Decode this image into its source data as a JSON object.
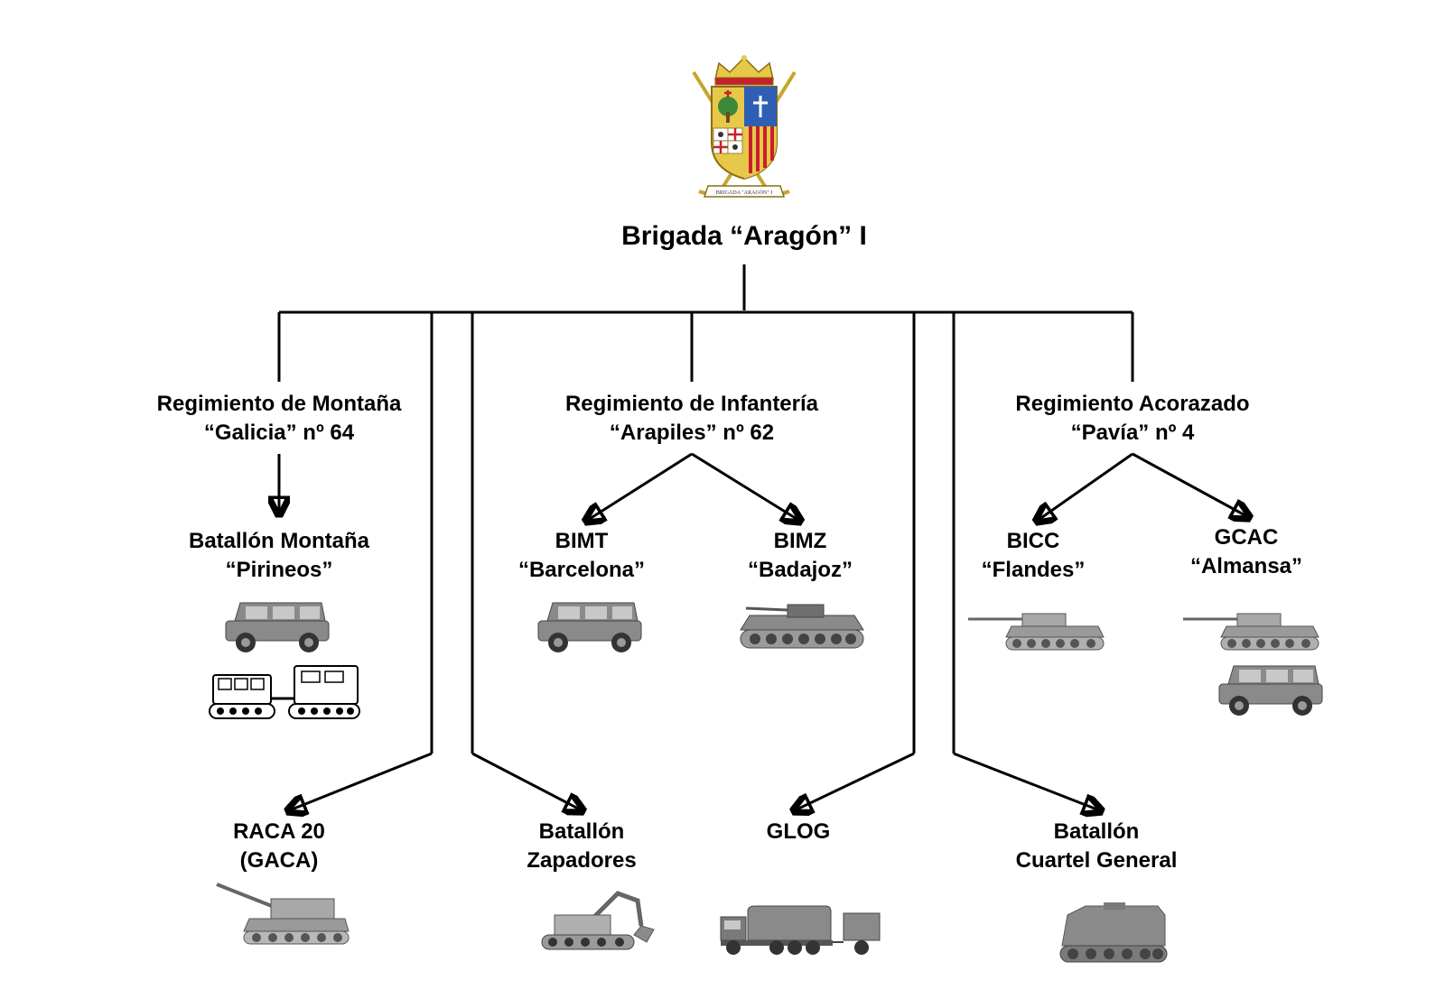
{
  "emblem": {
    "icon": "brigade-coat-of-arms-icon",
    "scroll_text": "BRIGADA \"ARAGÓN\" I",
    "colors": {
      "gold": "#e8c84a",
      "red": "#c8202a",
      "blue": "#2f5fb4",
      "green": "#3a8a3a"
    }
  },
  "root": {
    "line1": "Brigada “Aragón” I"
  },
  "regiments": [
    {
      "line1": "Regimiento de Montaña",
      "line2": "“Galicia” nº 64"
    },
    {
      "line1": "Regimiento de Infantería",
      "line2": "“Arapiles” nº 62"
    },
    {
      "line1": "Regimiento Acorazado",
      "line2": "“Pavía” nº 4"
    }
  ],
  "battalions": [
    {
      "line1": "Batallón Montaña",
      "line2": "“Pirineos”",
      "icons": [
        "jeep-icon",
        "tracked-snow-carrier-icon"
      ]
    },
    {
      "line1": "BIMT",
      "line2": "“Barcelona”",
      "icons": [
        "jeep-icon"
      ]
    },
    {
      "line1": "BIMZ",
      "line2": "“Badajoz”",
      "icons": [
        "ifv-icon"
      ]
    },
    {
      "line1": "BICC",
      "line2": "“Flandes”",
      "icons": [
        "tank-icon"
      ]
    },
    {
      "line1": "GCAC",
      "line2": "“Almansa”",
      "icons": [
        "tank-icon",
        "jeep-icon"
      ]
    }
  ],
  "support_units": [
    {
      "line1": "RACA 20",
      "line2": "(GACA)",
      "icons": [
        "self-propelled-howitzer-icon"
      ]
    },
    {
      "line1": "Batallón",
      "line2": "Zapadores",
      "icons": [
        "armored-excavator-icon"
      ]
    },
    {
      "line1": "GLOG",
      "line2": "",
      "icons": [
        "logistics-truck-icon"
      ]
    },
    {
      "line1": "Batallón",
      "line2": "Cuartel General",
      "icons": [
        "armored-personnel-carrier-icon"
      ]
    }
  ],
  "colors": {
    "line": "#000000",
    "vehicle_fill": "#8a8a8a",
    "vehicle_dark": "#555555",
    "vehicle_light": "#c8c8c8"
  }
}
